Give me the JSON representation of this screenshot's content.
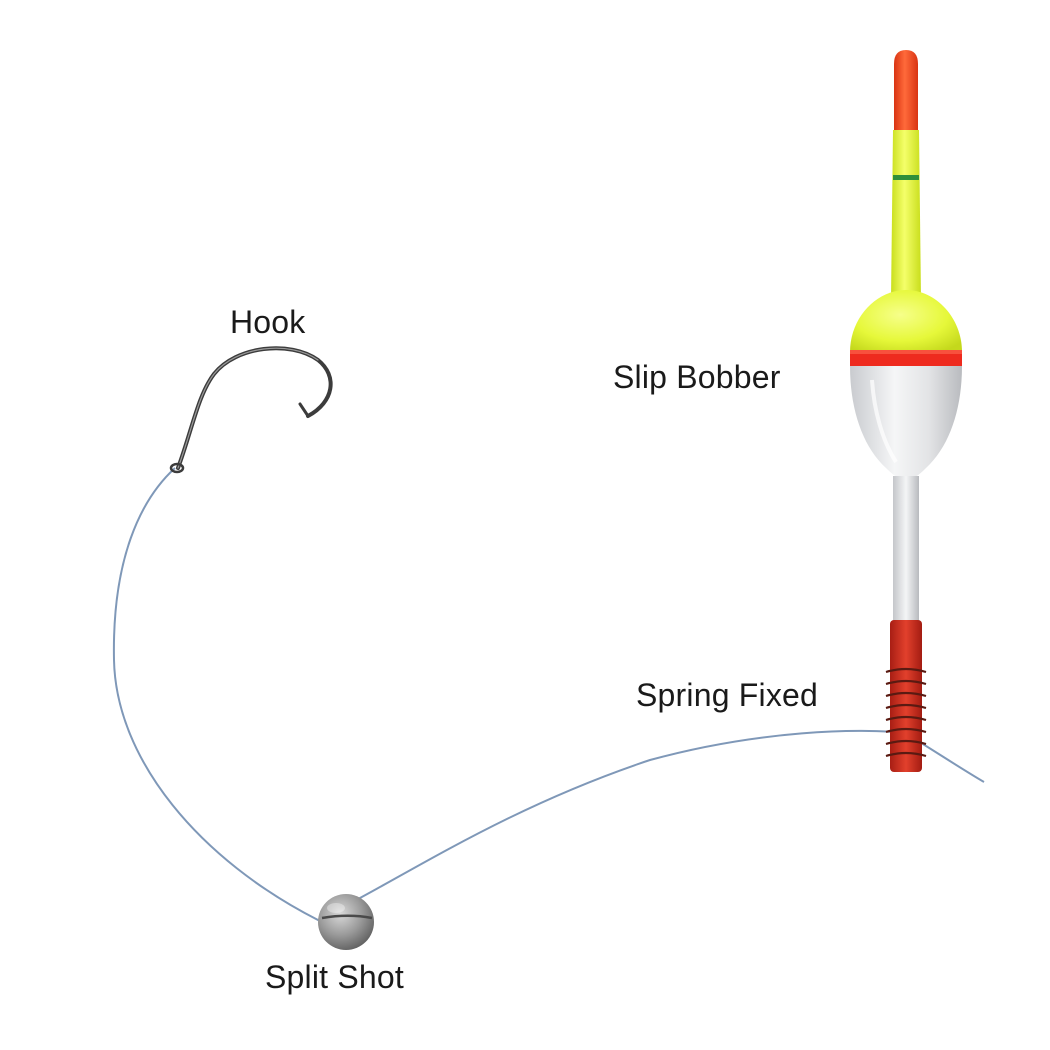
{
  "labels": {
    "hook": "Hook",
    "slip_bobber": "Slip Bobber",
    "spring_fixed": "Spring Fixed",
    "split_shot": "Split Shot"
  },
  "colors": {
    "line": "#7f98b8",
    "hook_metal": "#4a4a4a",
    "bobber_tip_orange": "#ff4a1c",
    "bobber_yellow": "#e9fb3a",
    "bobber_band_red": "#ee2a1e",
    "bobber_body_white": "#e9eaec",
    "spring_red": "#d42a1e",
    "split_shot_gray": "#8c8c8c",
    "antenna_green_mark": "#2f8f3a"
  }
}
